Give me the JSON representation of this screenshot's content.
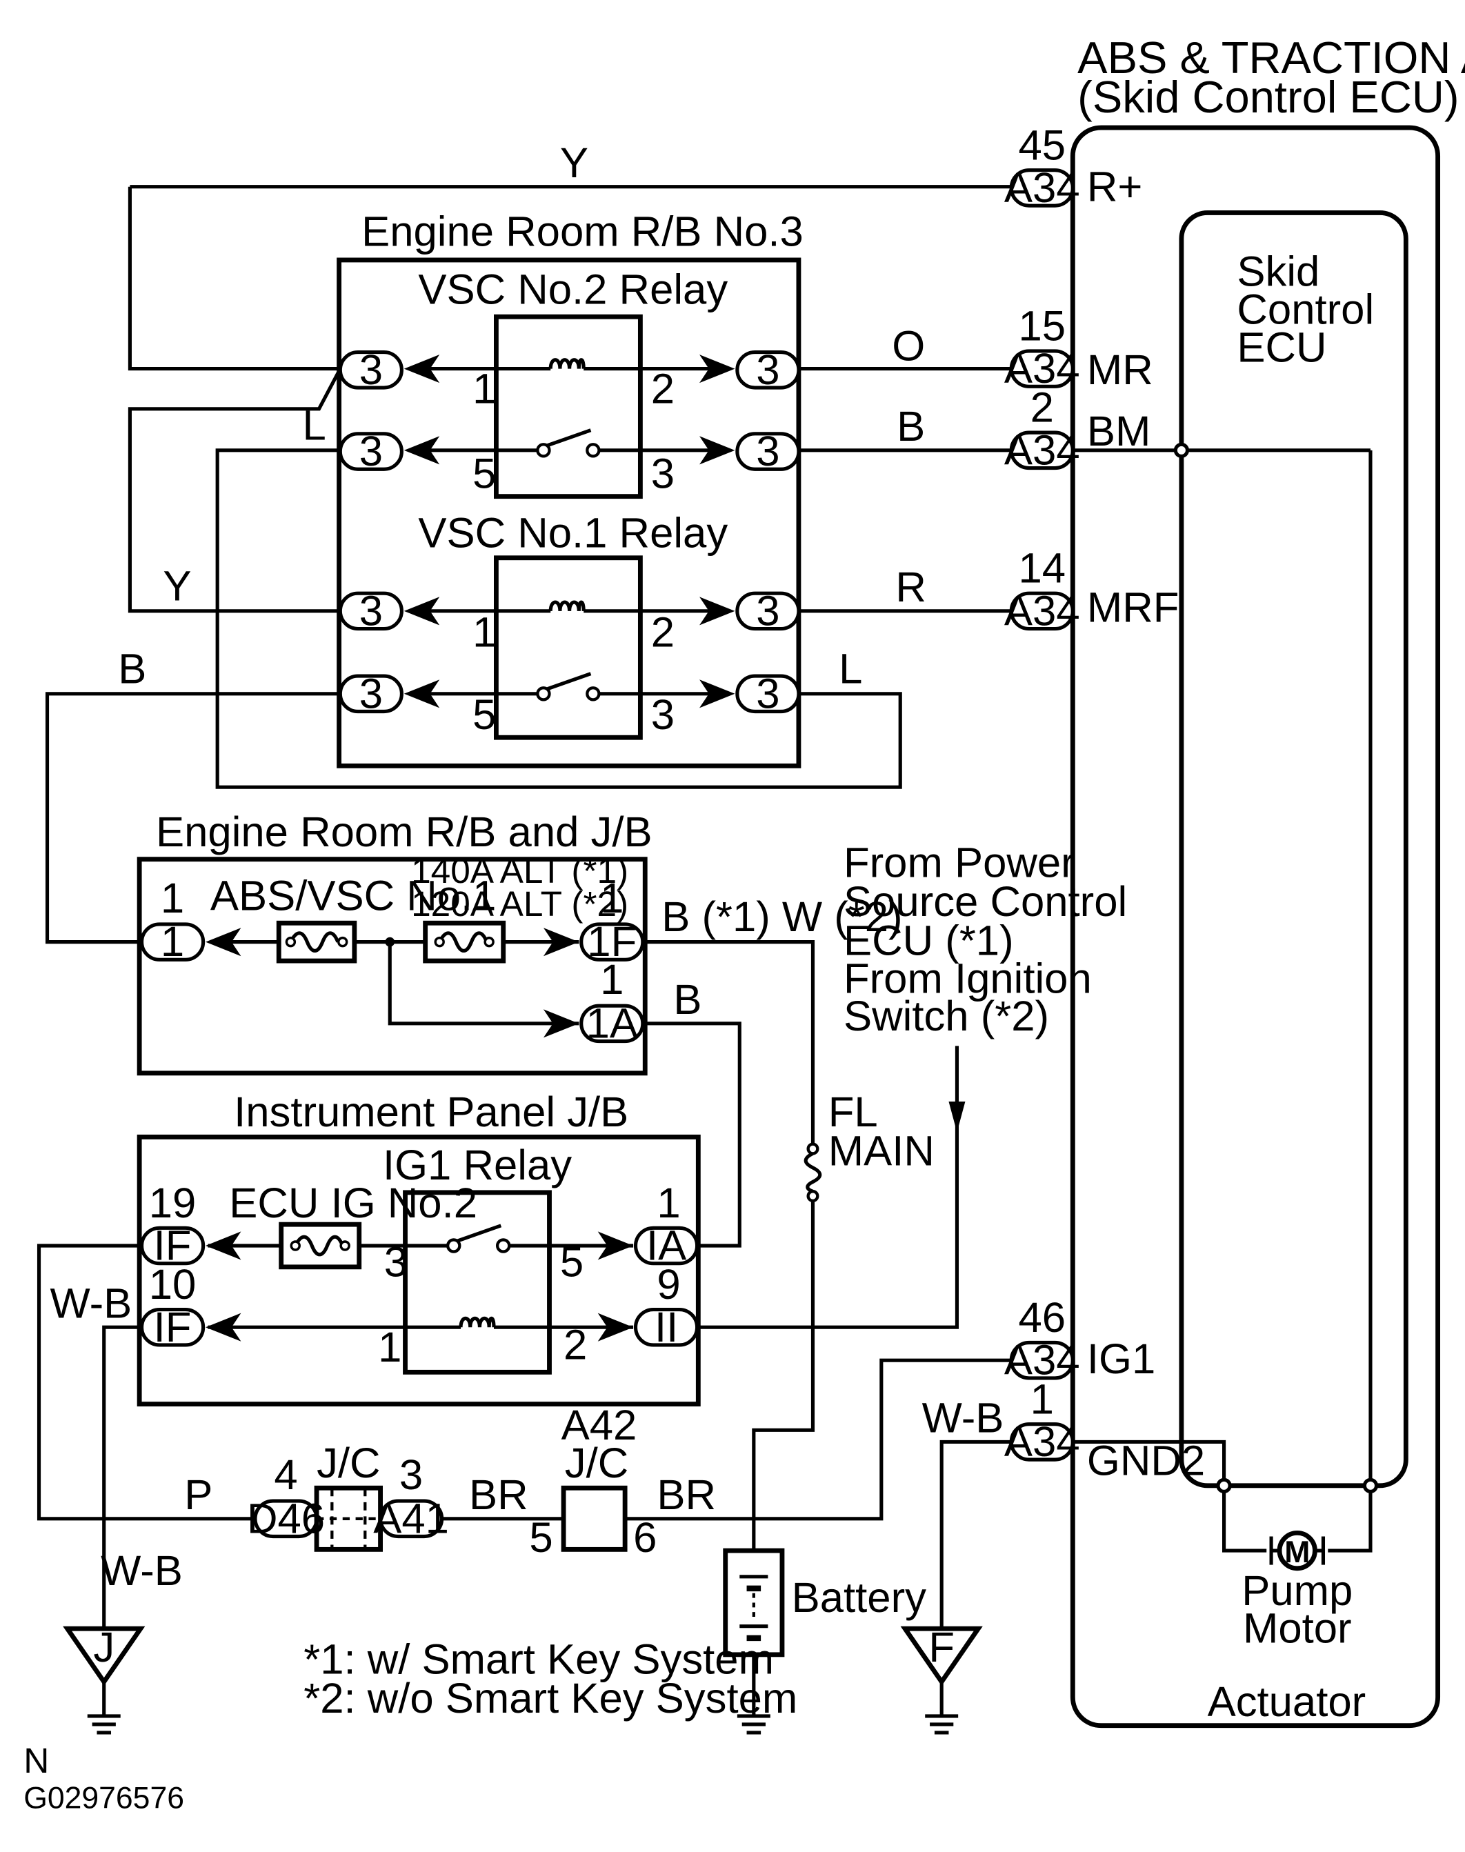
{
  "actuator": {
    "title_line1": "ABS & TRACTION Actuator",
    "title_line2": "(Skid Control ECU)",
    "ecu_label_1": "Skid",
    "ecu_label_2": "Control",
    "ecu_label_3": "ECU",
    "footer_label": "Actuator",
    "motor_label_1": "Pump",
    "motor_label_2": "Motor",
    "motor_symbol": "M",
    "terminals": [
      {
        "pin": "45",
        "connector": "A34",
        "name": "R+"
      },
      {
        "pin": "15",
        "connector": "A34",
        "name": "MR"
      },
      {
        "pin": "2",
        "connector": "A34",
        "name": "BM"
      },
      {
        "pin": "14",
        "connector": "A34",
        "name": "MRF"
      },
      {
        "pin": "46",
        "connector": "A34",
        "name": "IG1"
      },
      {
        "pin": "1",
        "connector": "A34",
        "name": "GND2"
      }
    ]
  },
  "rb3": {
    "title": "Engine Room R/B No.3",
    "relay2_title": "VSC No.2 Relay",
    "relay1_title": "VSC No.1 Relay",
    "connector": "3",
    "pin_1": "1",
    "pin_2": "2",
    "pin_3": "3",
    "pin_5": "5"
  },
  "rbjb": {
    "title": "Engine Room R/B and J/B",
    "fuse_abs": "ABS/VSC No.1",
    "alt_1": "140A ALT (*1)",
    "alt_2": "120A ALT (*2)",
    "pin_left": "1",
    "conn_left": "1",
    "pin_1f": "1",
    "conn_1f": "1F",
    "pin_1a": "1",
    "conn_1a": "1A"
  },
  "ipjb": {
    "title": "Instrument Panel J/B",
    "relay_title": "IG1 Relay",
    "fuse": "ECU IG No.2",
    "pin_19": "19",
    "conn_if_top": "IF",
    "pin_10": "10",
    "conn_if_bottom": "IF",
    "pin_ia": "1",
    "conn_ia": "IA",
    "pin_ii": "9",
    "conn_ii": "II",
    "relay_pin_3": "3",
    "relay_pin_5": "5",
    "relay_pin_1": "1",
    "relay_pin_2": "2"
  },
  "wires": {
    "y_top": "Y",
    "l_left": "L",
    "y_mid": "Y",
    "b_left": "B",
    "o": "O",
    "b_bm": "B",
    "r": "R",
    "l_right": "L",
    "b_w": "B (*1)  W (*2)",
    "b_1a": "B",
    "wb_left": "W-B",
    "wb_ground": "W-B",
    "p": "P",
    "br_left": "BR",
    "br_right": "BR",
    "wb_gnd2": "W-B"
  },
  "power": {
    "line1": "From Power",
    "line2": "Source Control",
    "line3": "ECU (*1)",
    "line4": "From Ignition",
    "line5": "Switch (*2)"
  },
  "fuse_fl": {
    "line1": "FL",
    "line2": "MAIN"
  },
  "jc_d46": {
    "pin": "4",
    "name": "J/C",
    "connector": "D46"
  },
  "jc_a41": {
    "pin": "3",
    "connector": "A41"
  },
  "jc_a42": {
    "name_top": "A42",
    "name": "J/C",
    "pin_left": "5",
    "pin_right": "6"
  },
  "battery": {
    "label": "Battery"
  },
  "grounds": {
    "j": "J",
    "f": "F"
  },
  "notes": {
    "note1": "*1: w/ Smart Key System",
    "note2": "*2: w/o Smart Key System"
  },
  "footer": {
    "code": "N",
    "figure_id": "G02976576"
  }
}
